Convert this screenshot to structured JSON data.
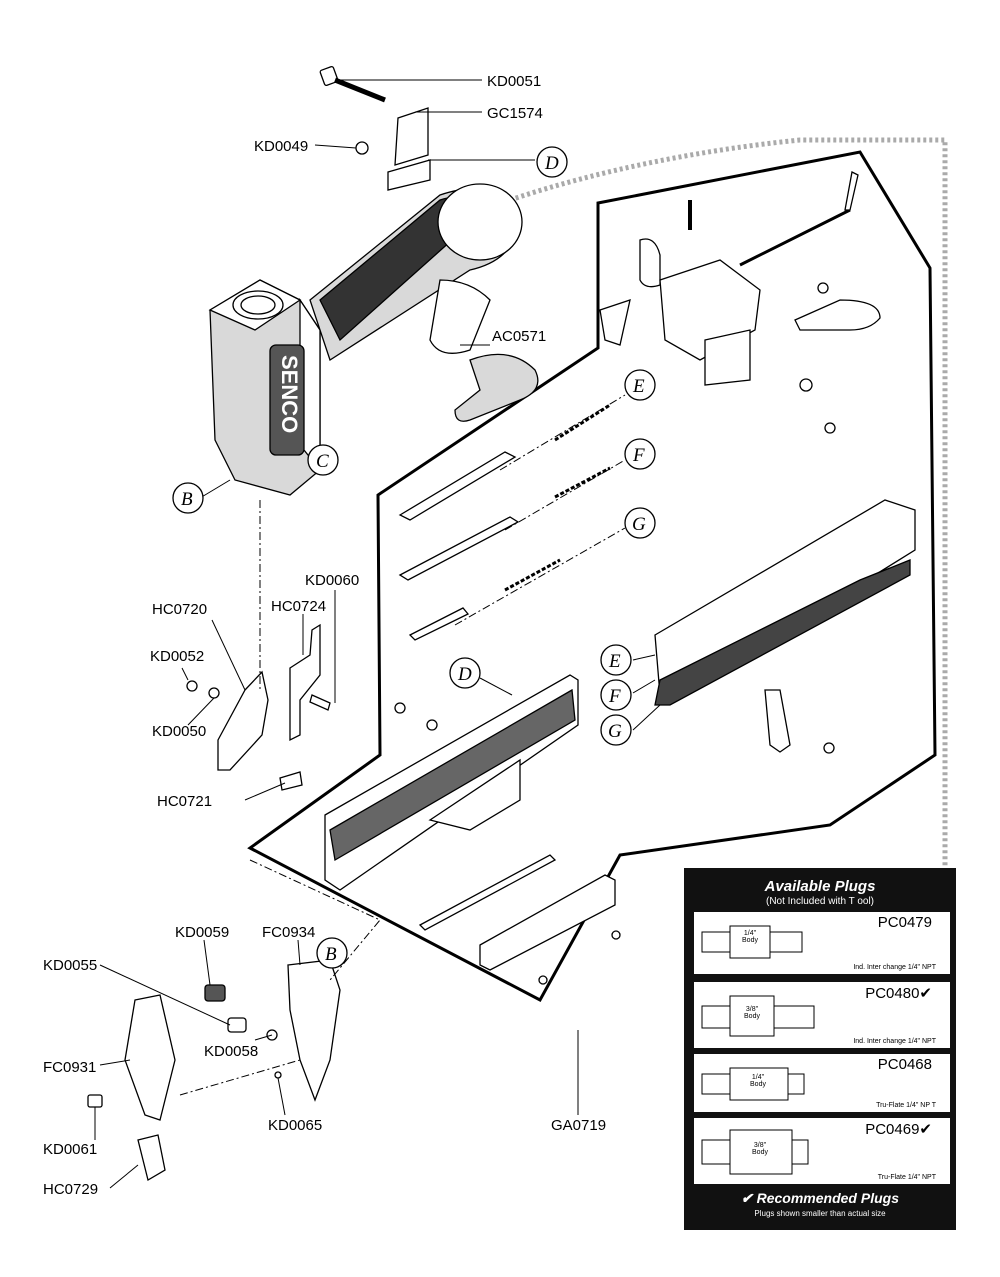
{
  "part_labels": {
    "KD0051": "KD0051",
    "GC1574": "GC1574",
    "KD0049": "KD0049",
    "AC0571": "AC0571",
    "KD0060": "KD0060",
    "HC0720": "HC0720",
    "HC0724": "HC0724",
    "KD0052": "KD0052",
    "KD0050": "KD0050",
    "HC0721": "HC0721",
    "KD0059": "KD0059",
    "FC0934": "FC0934",
    "KD0055": "KD0055",
    "KD0058": "KD0058",
    "FC0931": "FC0931",
    "KD0061": "KD0061",
    "KD0065": "KD0065",
    "HC0729": "HC0729",
    "GA0719": "GA0719"
  },
  "callouts": {
    "B": "B",
    "C": "C",
    "D": "D",
    "E": "E",
    "F": "F",
    "G": "G"
  },
  "brand_text": "SENCO",
  "plugs": {
    "title": "Available Plugs",
    "subtitle": "(Not Included with T  ool)",
    "items": [
      {
        "code": "PC0479",
        "body": "1/4\" Body",
        "note": "Ind. Inter change 1/4\" NPT"
      },
      {
        "code": "PC0480✔",
        "body": "3/8\" Body",
        "note": "Ind. Inter change 1/4\" NPT"
      },
      {
        "code": "PC0468",
        "body": "1/4\" Body",
        "note": "Tru-Flate 1/4\" NP T"
      },
      {
        "code": "PC0469✔",
        "body": "3/8\" Body",
        "note": "Tru-Flate 1/4\" NPT"
      }
    ],
    "footer": "✔ Recommended Plugs",
    "footer_sub": "Plugs shown smaller than actual size"
  },
  "colors": {
    "panel_bg": "#111111",
    "boundary": "#000000",
    "dotted_leader": "#aaaaaa"
  }
}
